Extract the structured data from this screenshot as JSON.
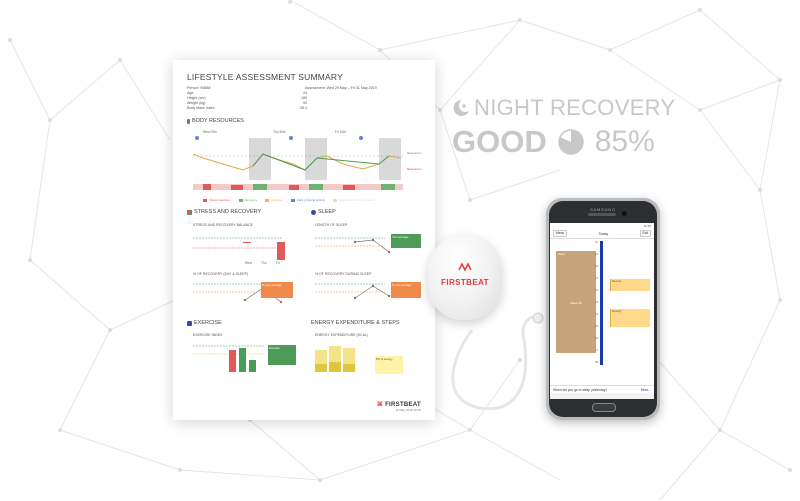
{
  "report": {
    "title": "LIFESTYLE ASSESSMENT SUMMARY",
    "person_rows": [
      {
        "label": "Person: 90888",
        "value": ""
      },
      {
        "label": "Age",
        "value": "44"
      },
      {
        "label": "Height (cm)",
        "value": "180"
      },
      {
        "label": "Weight (kg)",
        "value": "92"
      },
      {
        "label": "Body Mass Index",
        "value": "28.4"
      }
    ],
    "period": "Assessment: Wed 29 May – Fri 31 May 2019",
    "sections": {
      "body_resources": "BODY RESOURCES",
      "stress_recovery": "STRESS AND RECOVERY",
      "sleep": "SLEEP",
      "exercise": "EXERCISE",
      "energy": "ENERGY EXPENDITURE & STEPS"
    },
    "body_days": [
      "Wed 29th",
      "Thu 30th",
      "Fri 31th"
    ],
    "body_legend": [
      "Stress reactions",
      "Recovery",
      "Exercise",
      "Daily physical activity",
      "Significant recovery period"
    ],
    "subheads": {
      "stress_balance": "STRESS AND RECOVERY BALANCE",
      "length_sleep": "LENGTH OF SLEEP",
      "recovery_day": "% OF RECOVERY (DAY & SLEEP)",
      "recovery_sleep": "% OF RECOVERY DURING SLEEP",
      "exercise_index": "EXERCISE INDEX",
      "energy_expenditure": "ENERGY EXPENDITURE (KCAL)"
    },
    "weekdays": [
      "Wed",
      "Thu",
      "Fri"
    ],
    "tags": {
      "sleep_avg": "Your average",
      "recovery_avg": "% your average",
      "exercise": "Exercise",
      "steps_total": "8% of energy"
    },
    "footer_date": "11 May 2019 10:35",
    "brand": "FIRSTBEAT"
  },
  "night_recovery": {
    "label": "NIGHT RECOVERY",
    "rating": "GOOD",
    "percent": "85%"
  },
  "sensor": {
    "brand": "FIRSTBEAT"
  },
  "phone": {
    "brand": "SAMSUNG",
    "status": "11:35",
    "menu": "Menu",
    "date": "Today",
    "exit": "Exit",
    "hours": [
      "22",
      "23",
      "00",
      "01",
      "02",
      "03",
      "04",
      "05",
      "06",
      "07",
      "08"
    ],
    "sleep_tag": "Sleep",
    "sleep_label": "Sleep 6h",
    "events": [
      "Meeting",
      "Meeting"
    ],
    "question": "When did you go to sleep yesterday?",
    "more": "More..."
  },
  "colors": {
    "accent_red": "#e33c3c",
    "green": "#4c9b57",
    "orange": "#f08a4b",
    "night_text": "#c8c8c8",
    "timeline": "#1d3ba6",
    "sleep_block": "#c7a37b"
  }
}
